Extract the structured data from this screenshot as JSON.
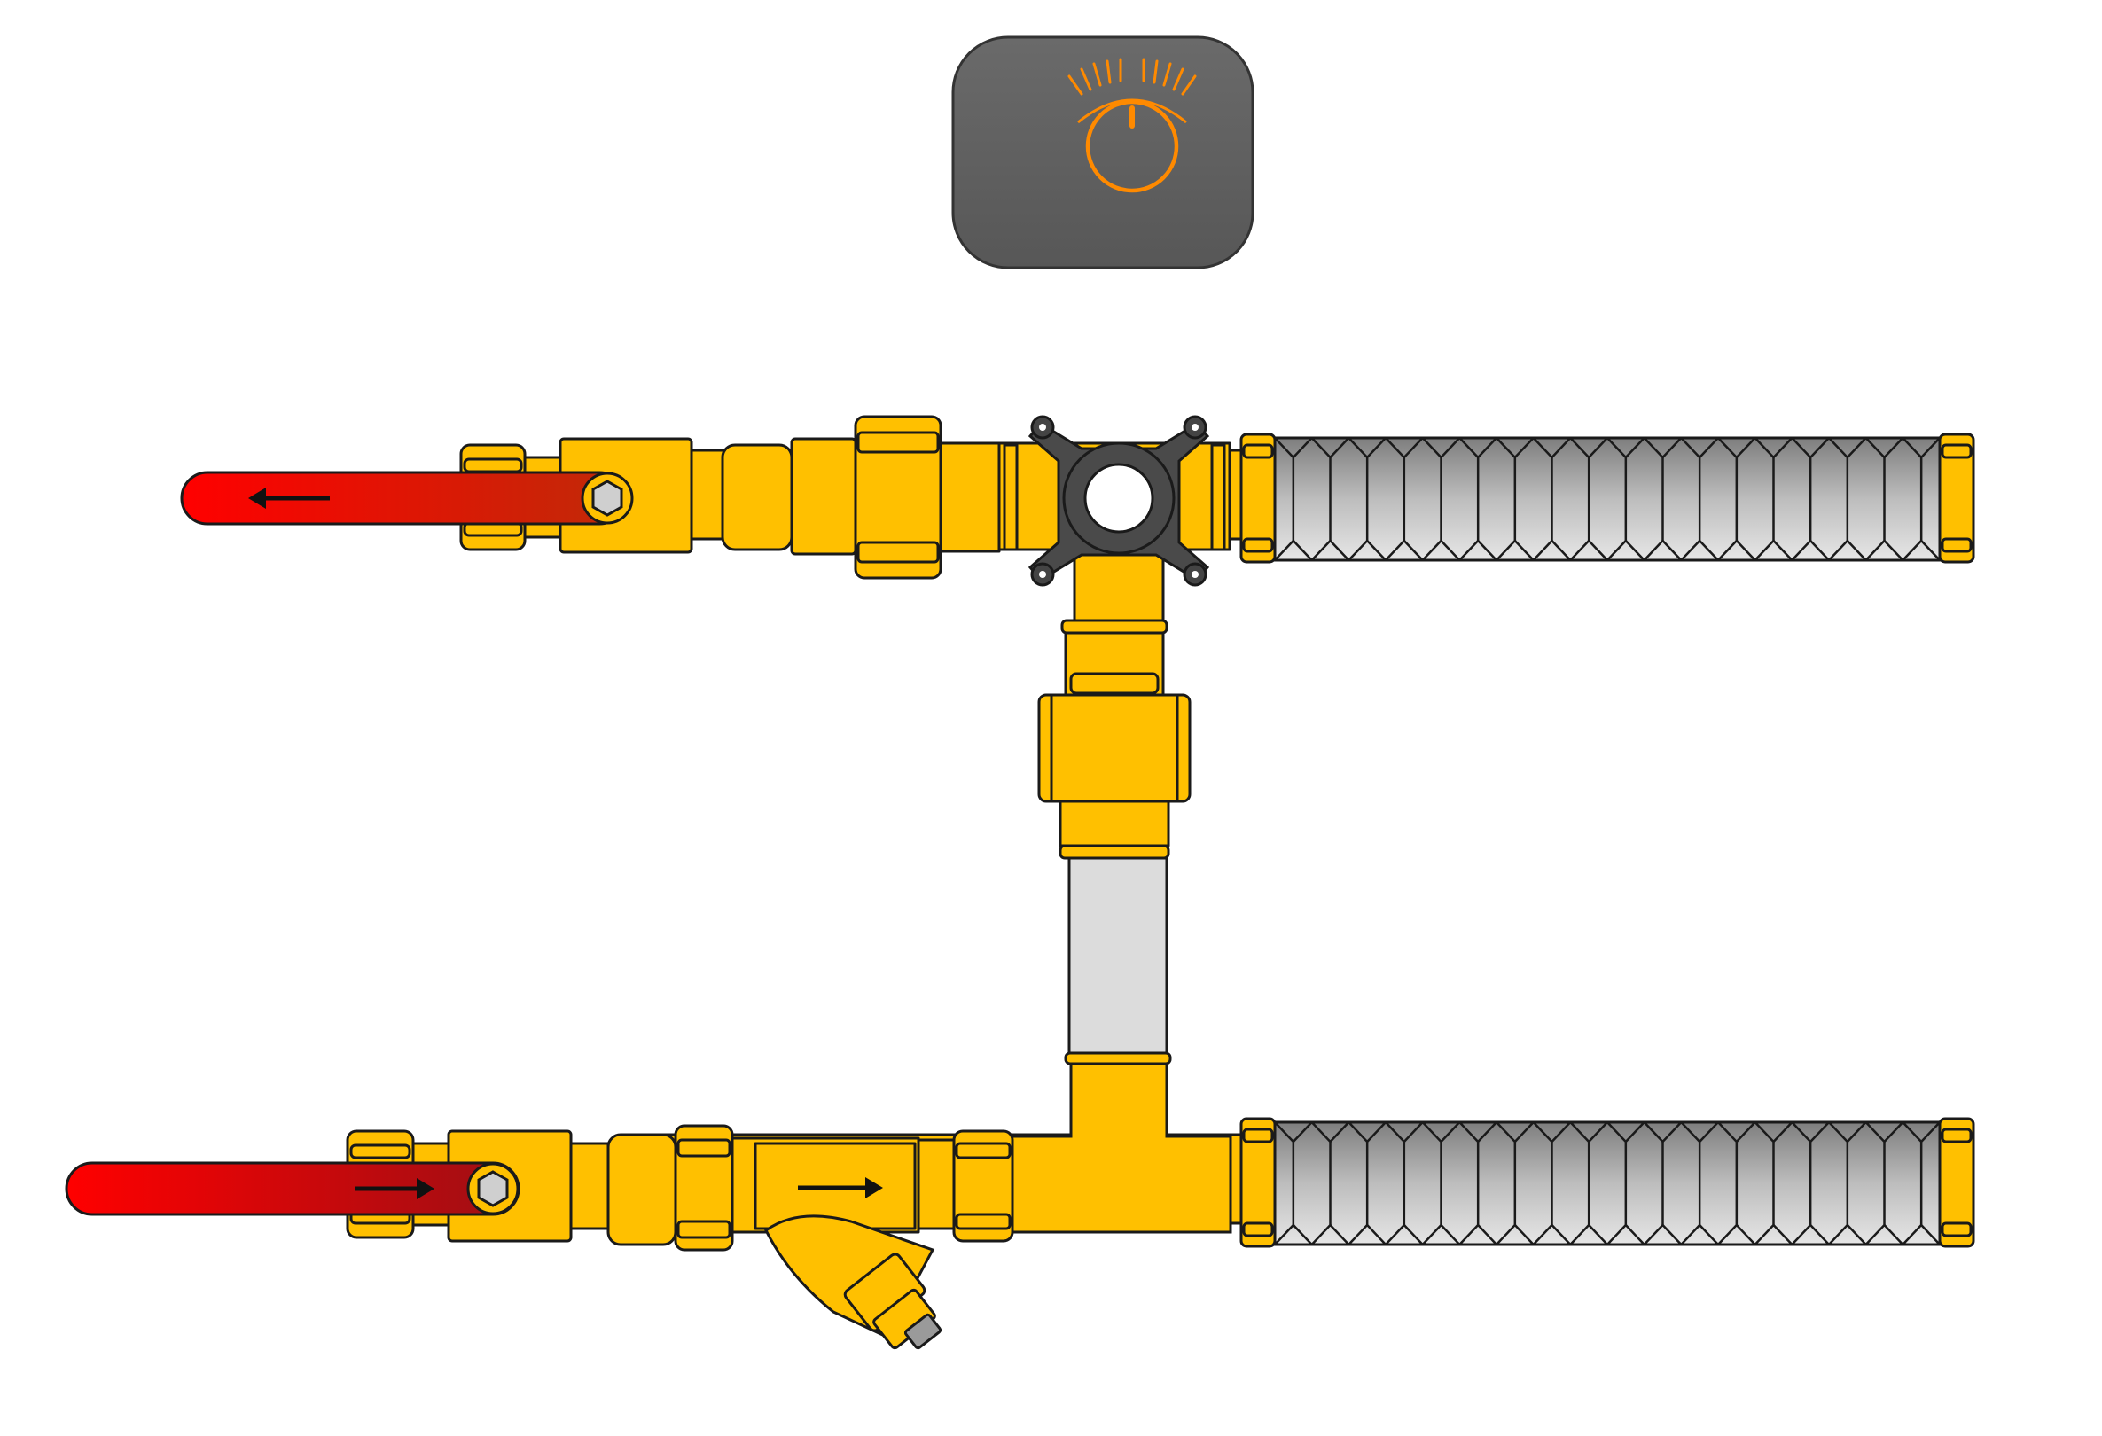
{
  "diagram": {
    "colors": {
      "brass": "#FFC000",
      "outline": "#1a1a1a",
      "handle_start": "#FF0000",
      "handle_end": "#B01010",
      "hose_light": "#D8D8D8",
      "hose_dark": "#8A8A8A",
      "pipe_grey": "#DCDCDC",
      "controller_body": "#5F5F5F",
      "controller_accent": "#FF8A00",
      "valve_cross": "#4A4A4A"
    },
    "icons": {
      "controller": "temperature-dial-icon",
      "flow_out": "arrow-left-icon",
      "flow_in": "arrow-right-icon",
      "valve_stem": "hex-nut-icon"
    },
    "flow": {
      "upper_line": "left",
      "lower_line": "right"
    },
    "hose_corrugations": 18
  }
}
